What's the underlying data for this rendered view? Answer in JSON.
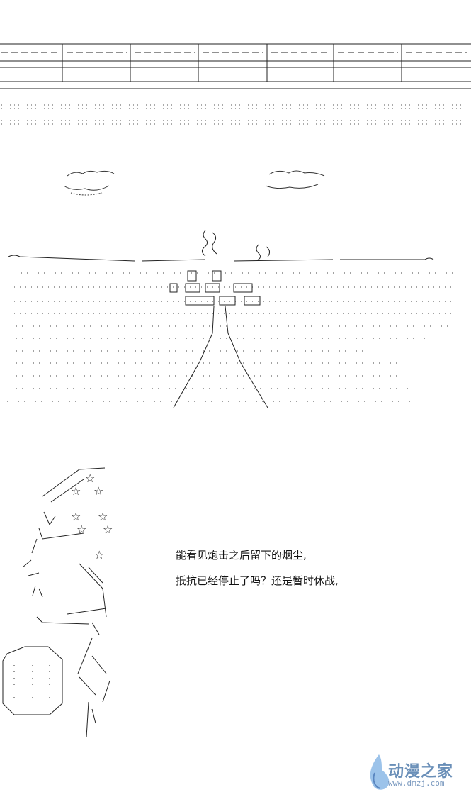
{
  "captions": {
    "line1": "能看见炮击之后留下的烟尘,",
    "line2": "抵抗已经停止了吗？还是暂时休战,"
  },
  "watermark": {
    "logo": "动漫之家",
    "url": "www.dmzj.com"
  }
}
